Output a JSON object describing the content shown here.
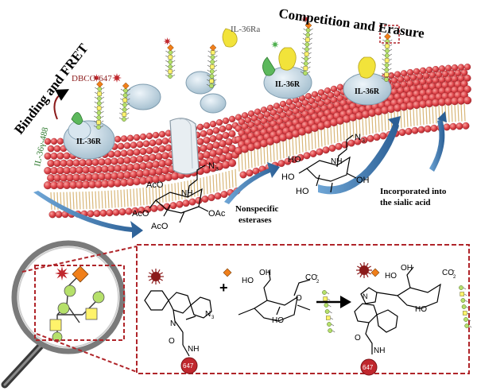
{
  "titles": {
    "left": "Binding and FRET",
    "right": "Competition and Erasure"
  },
  "labels": {
    "dbco": "DBCO-647",
    "il36y": "IL-36γ-488",
    "il36ra": "IL-36Ra",
    "il36r_1": "IL-36R",
    "il36r_2": "IL-36R",
    "il36r_3": "IL-36R",
    "esterases": "Nonspecific esterases",
    "esterases_line1": "Nonspecific",
    "esterases_line2": "esterases",
    "incorporated_line1": "Incorporated into",
    "incorporated_line2": "the sialic acid"
  },
  "chem": {
    "ac1": "AcO",
    "ac2": "AcO",
    "ac3": "AcO",
    "oac": "OAc",
    "n3": "N",
    "n3b": "N",
    "ho1": "HO",
    "ho2": "HO",
    "ho3": "HO",
    "oh": "OH",
    "n_atom": "N",
    "o_atom": "O",
    "nh": "NH",
    "nh2": "NH",
    "co2": "CO",
    "co2b": "CO",
    "dye": "647"
  },
  "colors": {
    "lipid": "#e0474c",
    "lipid_dark": "#b3262b",
    "receptor": "#b9cfdc",
    "ligand_green": "#5cb85c",
    "ligand_yellow": "#f2e33a",
    "sugar_green": "#b5e06a",
    "sugar_yellow": "#fff36b",
    "sugar_orange": "#f07f1a",
    "star_red": "#c0272d",
    "arrow_blue": "#3a78b0",
    "dashed_red": "#b0252a"
  }
}
